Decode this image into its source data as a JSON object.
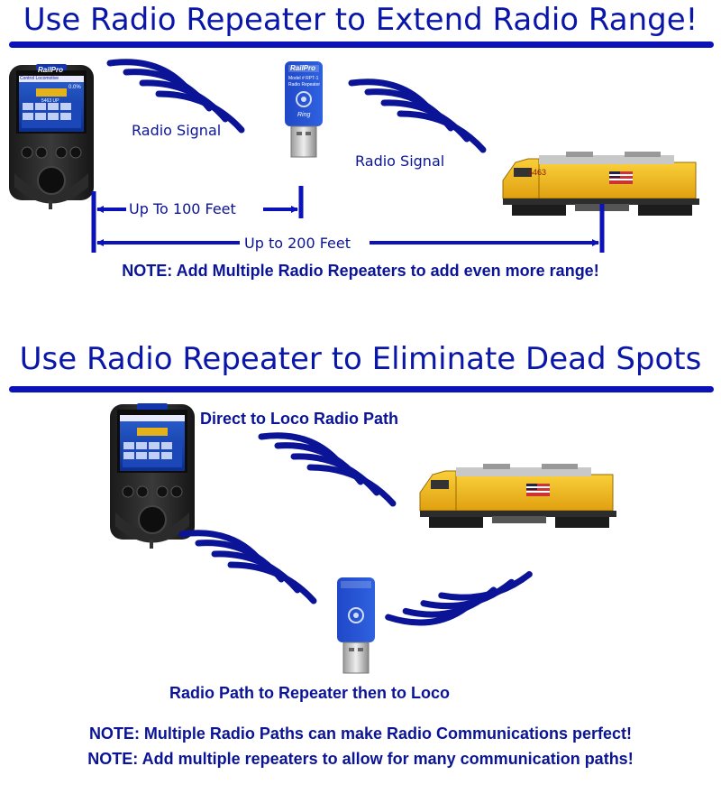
{
  "section1": {
    "title": "Use Radio Repeater to Extend Radio Range!",
    "signal_label_1": "Radio Signal",
    "signal_label_2": "Radio Signal",
    "range_short": "Up To 100 Feet",
    "range_long": "Up to 200 Feet",
    "note": "NOTE: Add Multiple Radio Repeaters to add even more range!"
  },
  "section2": {
    "title": "Use Radio Repeater to Eliminate Dead Spots",
    "direct_path": "Direct to Loco Radio Path",
    "repeater_path": "Radio Path to Repeater then to Loco",
    "note1": "NOTE: Multiple Radio Paths can make Radio Communications  perfect!",
    "note2": "NOTE: Add multiple repeaters to allow for many communication paths!"
  },
  "devices": {
    "controller_brand": "RailPro",
    "controller_screen_title": "Control Locomotive",
    "controller_speed": "0.0%",
    "controller_loco_name": "5463 UP",
    "repeater_brand": "RailPro",
    "repeater_model": "Model # RPT-1",
    "repeater_name": "Radio Repeater",
    "repeater_maker": "Ring",
    "loco_number": "5463"
  },
  "colors": {
    "accent": "#0b12b8",
    "text": "#0b1496",
    "loco_yellow": "#f2b418"
  }
}
